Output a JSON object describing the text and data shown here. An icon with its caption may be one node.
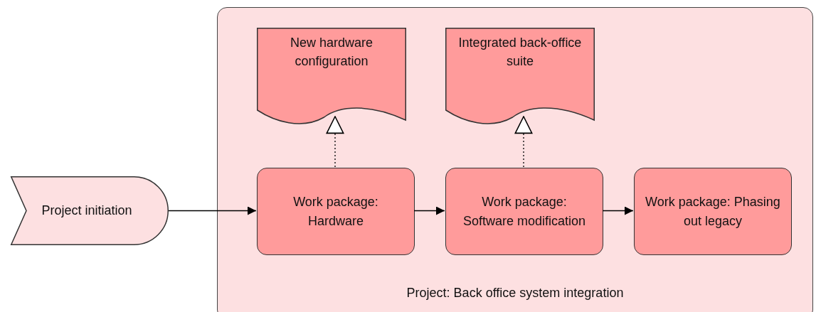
{
  "diagram": {
    "nodes": [
      {
        "text": [
          "Project: Back office system integration"
        ]
      },
      {
        "text": [
          "New hardware configuration"
        ],
        "in": 0
      },
      {
        "text": [
          "Integrated back-office suite"
        ],
        "in": 0
      },
      {
        "text": [
          "Project initiation"
        ]
      },
      {
        "text": [
          "Work package: Hardware"
        ],
        "in": 0
      },
      {
        "text": [
          "Work package: Software modification"
        ],
        "in": 0
      },
      {
        "text": [
          "Work package: Phasing out legacy"
        ],
        "in": 0
      }
    ],
    "edges": [
      {
        "from": 3,
        "to": 4,
        "arrow": "to"
      },
      {
        "from": 4,
        "to": 5,
        "arrow": "to"
      },
      {
        "from": 5,
        "to": 6,
        "arrow": "to"
      },
      {
        "from": 4,
        "to": 1,
        "arrow": "to",
        "style": "dashed"
      },
      {
        "from": 5,
        "to": 2,
        "arrow": "to",
        "style": "dashed"
      }
    ]
  }
}
